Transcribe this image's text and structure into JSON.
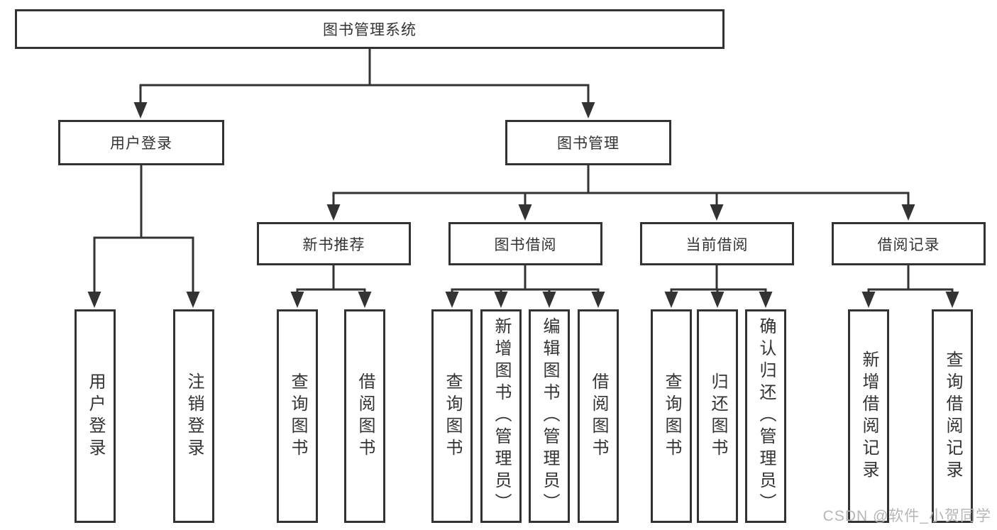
{
  "tree": {
    "root": {
      "label": "图书管理系统"
    },
    "branches": [
      {
        "label": "用户登录",
        "children": [
          {
            "label": "用户登录"
          },
          {
            "label": "注销登录"
          }
        ]
      },
      {
        "label": "图书管理",
        "children": [
          {
            "label": "新书推荐",
            "children": [
              {
                "label": "查询图书"
              },
              {
                "label": "借阅图书"
              }
            ]
          },
          {
            "label": "图书借阅",
            "children": [
              {
                "label": "查询图书"
              },
              {
                "label": "新增图书（管理员）"
              },
              {
                "label": "编辑图书（管理员）"
              },
              {
                "label": "借阅图书"
              }
            ]
          },
          {
            "label": "当前借阅",
            "children": [
              {
                "label": "查询图书"
              },
              {
                "label": "归还图书"
              },
              {
                "label": "确认归还（管理员）"
              }
            ]
          },
          {
            "label": "借阅记录",
            "children": [
              {
                "label": "新增借阅记录"
              },
              {
                "label": "查询借阅记录"
              }
            ]
          }
        ]
      }
    ]
  },
  "watermark": "CSDN @软件_小贺同学",
  "colors": {
    "line": "#333333",
    "box_border": "#333333",
    "text": "#333333",
    "watermark": "#b6b6b6",
    "background": "#ffffff"
  }
}
